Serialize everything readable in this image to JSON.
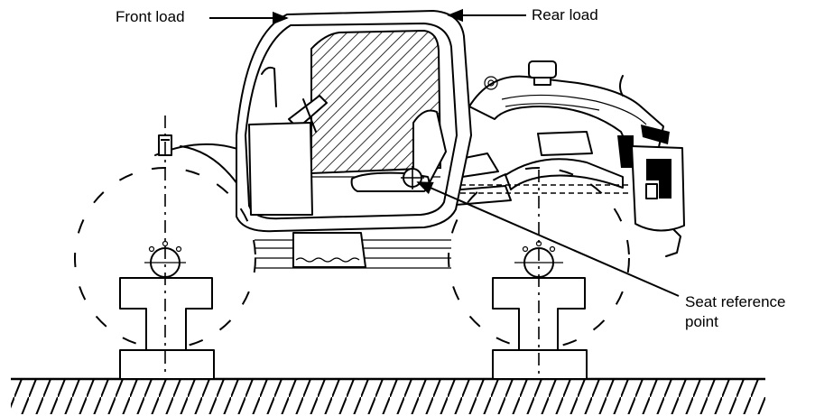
{
  "labels": {
    "front_load": "Front load",
    "rear_load": "Rear load",
    "seat_reference_line1": "Seat reference",
    "seat_reference_line2": "point"
  }
}
